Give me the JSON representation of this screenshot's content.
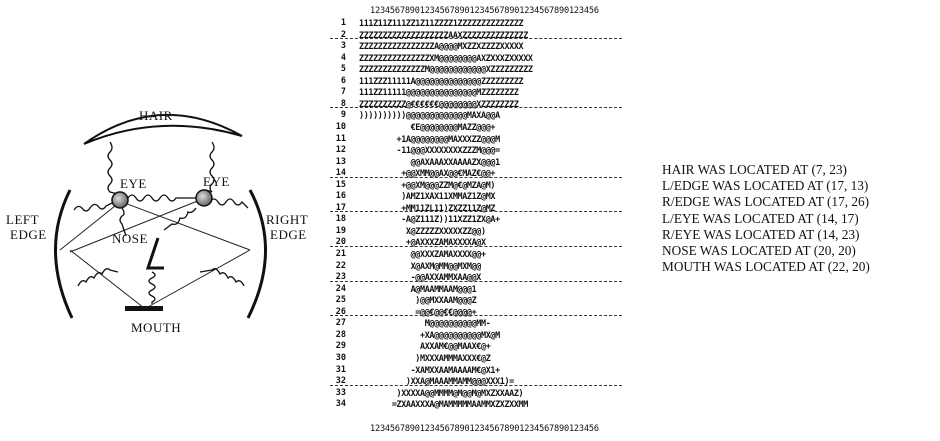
{
  "diagram": {
    "labels": {
      "hair": "HAIR",
      "eye_left": "EYE",
      "eye_right": "EYE",
      "left_edge_1": "LEFT",
      "left_edge_2": "EDGE",
      "right_edge_1": "RIGHT",
      "right_edge_2": "EDGE",
      "nose": "NOSE",
      "mouth": "MOUTH"
    }
  },
  "printout": {
    "ruler": "1234567890123456789012345678901234567890123456",
    "rows": [
      {
        "n": "1",
        "t": "111Z11Z111ZZ1Z11ZZZZ1ZZZZZZZZZZZZZZ",
        "line": false
      },
      {
        "n": "2",
        "t": "ZZZZZZZZZZZZZZZZZZZAAXZZZZZZZZZZZZZZ",
        "line": true
      },
      {
        "n": "3",
        "t": "ZZZZZZZZZZZZZZZZA@@@@MXZZXZZZZXXXXX",
        "line": false
      },
      {
        "n": "4",
        "t": "ZZZZZZZZZZZZZZZXM@@@@@@@@AXZXXXZXXXXX",
        "line": false
      },
      {
        "n": "5",
        "t": "ZZZZZZZZZZZZZZM@@@@@@@@@@@@XZZZZZZZZZ",
        "line": false
      },
      {
        "n": "6",
        "t": "111ZZZ11111A@@@@@@@@@@@@@@ZZZZZZZZZ",
        "line": false
      },
      {
        "n": "7",
        "t": "111ZZ11111@@@@@@@@@@@@@@@MZZZZZZZZ",
        "line": false
      },
      {
        "n": "8",
        "t": "ZZZZZZZZZZ@€€€€€€@@@@@@@@XZZZZZZZZ",
        "line": true
      },
      {
        "n": "9",
        "t": "))))))))))@@@@@@@@@@@@@MAXA@@A",
        "line": false
      },
      {
        "n": "10",
        "t": "           €E@@@@@@@@MAZZ@@@+",
        "line": false
      },
      {
        "n": "11",
        "t": "        +1A@@@@@@@@MAXXXZZ@@@M",
        "line": false
      },
      {
        "n": "12",
        "t": "        -11@@@XXXXXXXXZZZM@@@=",
        "line": false
      },
      {
        "n": "13",
        "t": "           @@AXAAAXXAAAAZX@@@1",
        "line": false
      },
      {
        "n": "14",
        "t": "         +@@XMM@@AX@@€MAZ€@@+",
        "line": true
      },
      {
        "n": "15",
        "t": "         +@@XM@@@ZZM@€@MZA@M)",
        "line": false
      },
      {
        "n": "16",
        "t": "         )AMZ1XAX11XMMAZ1Z@MX",
        "line": false
      },
      {
        "n": "17",
        "t": "         +MM11ZL11)ZXZZ11Z@MZ",
        "line": true
      },
      {
        "n": "18",
        "t": "         -A@Z111Z))11XZZ1ZX@A+",
        "line": false
      },
      {
        "n": "19",
        "t": "          X@ZZZZZXXXXXZZ@@)",
        "line": false
      },
      {
        "n": "20",
        "t": "          +@AXXXZAMAXXXXA@X",
        "line": true
      },
      {
        "n": "21",
        "t": "           @@XXXZAMAXXXX@@+",
        "line": false
      },
      {
        "n": "22",
        "t": "           X@AXM@MM@@MXM@@",
        "line": false
      },
      {
        "n": "23",
        "t": "           -@@AXXAMMXAA@@X",
        "line": true
      },
      {
        "n": "24",
        "t": "           A@MAAMMAAM@@@1",
        "line": false
      },
      {
        "n": "25",
        "t": "            )@@MXXAAM@@@Z",
        "line": false
      },
      {
        "n": "26",
        "t": "            =@@€@@€€@@@@+",
        "line": true
      },
      {
        "n": "27",
        "t": "              M@@@@@@@@@@MM-",
        "line": false
      },
      {
        "n": "28",
        "t": "             +XA@@@@@@@@@@MX@M",
        "line": false
      },
      {
        "n": "29",
        "t": "             AXXAM€@@MAAX€@+",
        "line": false
      },
      {
        "n": "30",
        "t": "            )MXXXAMMMAXXX€@Z",
        "line": false
      },
      {
        "n": "31",
        "t": "           -XAMXXAAMAAAAM€@X1+",
        "line": false
      },
      {
        "n": "32",
        "t": "          )XXA@MAAAMMAMM@@@XXX1)=",
        "line": true
      },
      {
        "n": "33",
        "t": "        )XXXXA@@MMMM@M@@M@MXZXXAAZ)",
        "line": false
      },
      {
        "n": "34",
        "t": "       =ZXAAXXXA@MAMMMMMAAMMXZXZXXMM",
        "line": false
      }
    ]
  },
  "results": [
    "HAIR WAS LOCATED AT (7, 23)",
    "L/EDGE WAS LOCATED AT (17, 13)",
    "R/EDGE WAS LOCATED AT (17, 26)",
    "L/EYE WAS LOCATED AT (14, 17)",
    "R/EYE WAS LOCATED AT (14, 23)",
    "NOSE WAS LOCATED AT (20, 20)",
    "MOUTH WAS LOCATED AT (22, 20)"
  ]
}
